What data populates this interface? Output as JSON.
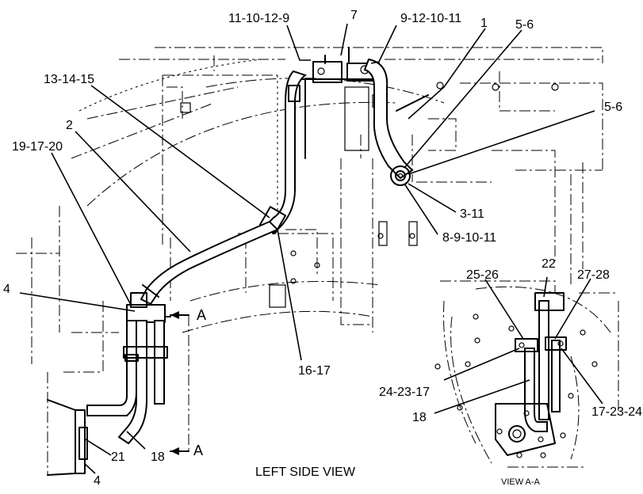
{
  "diagram": {
    "title": "LEFT SIDE VIEW",
    "subtitle": "VIEW A-A",
    "section_marker": "A",
    "callouts": [
      {
        "id": "c1",
        "text": "11-10-12-9"
      },
      {
        "id": "c2",
        "text": "7"
      },
      {
        "id": "c3",
        "text": "9-12-10-11"
      },
      {
        "id": "c4",
        "text": "1"
      },
      {
        "id": "c5",
        "text": "5-6"
      },
      {
        "id": "c6",
        "text": "13-14-15"
      },
      {
        "id": "c7",
        "text": "5-6"
      },
      {
        "id": "c8",
        "text": "2"
      },
      {
        "id": "c9",
        "text": "19-17-20"
      },
      {
        "id": "c10",
        "text": "3-11"
      },
      {
        "id": "c11",
        "text": "8-9-10-11"
      },
      {
        "id": "c12",
        "text": "4"
      },
      {
        "id": "c13",
        "text": "25-26"
      },
      {
        "id": "c14",
        "text": "22"
      },
      {
        "id": "c15",
        "text": "27-28"
      },
      {
        "id": "c16",
        "text": "16-17"
      },
      {
        "id": "c17",
        "text": "24-23-17"
      },
      {
        "id": "c18",
        "text": "18"
      },
      {
        "id": "c19",
        "text": "17-23-24"
      },
      {
        "id": "c20",
        "text": "21"
      },
      {
        "id": "c21",
        "text": "18"
      },
      {
        "id": "c22",
        "text": "4"
      }
    ]
  }
}
